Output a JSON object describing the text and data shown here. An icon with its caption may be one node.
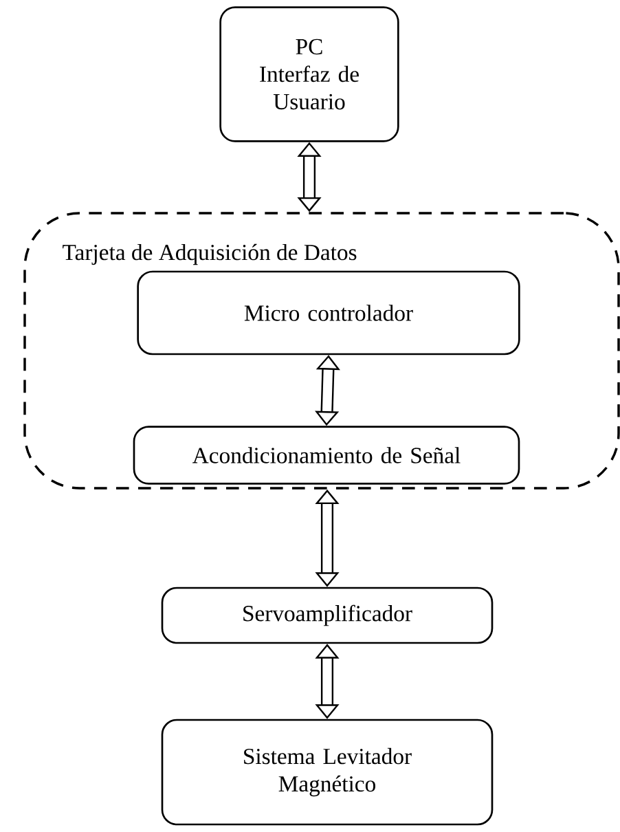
{
  "diagram": {
    "nodes": [
      {
        "text": [
          "PC",
          "Interfaz de Usuario"
        ]
      },
      {
        "text": [
          "Tarjeta de Adquisición de Datos"
        ]
      },
      {
        "text": [
          "Micro controlador"
        ],
        "in": 1
      },
      {
        "text": [
          "Acondicionamiento de Señal"
        ],
        "in": 1
      },
      {
        "text": [
          "Servoamplificador"
        ]
      },
      {
        "text": [
          "Sistema Levitador Magnético"
        ]
      }
    ],
    "edges": [
      {
        "from": 0,
        "to": 1,
        "arrow": "both"
      },
      {
        "from": 2,
        "to": 3,
        "arrow": "both"
      },
      {
        "from": 1,
        "to": 4,
        "arrow": "both"
      },
      {
        "from": 4,
        "to": 5,
        "arrow": "both"
      }
    ]
  }
}
